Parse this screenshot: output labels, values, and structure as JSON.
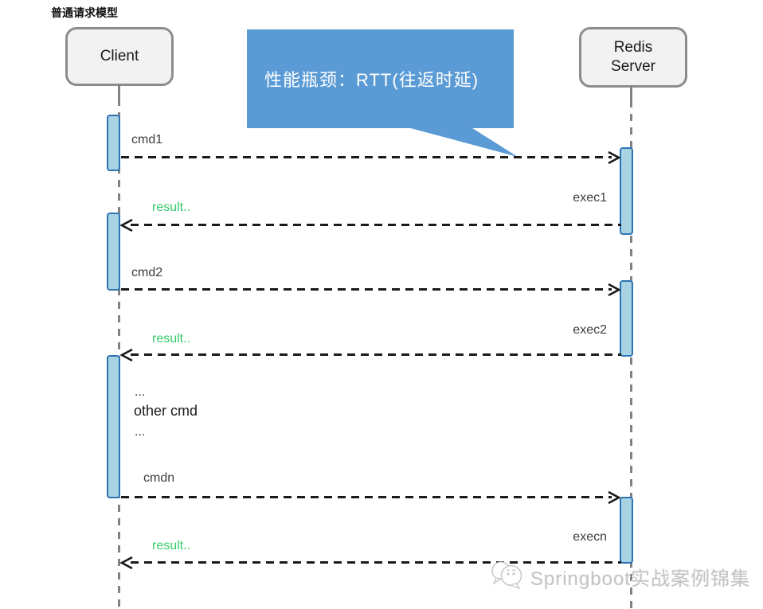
{
  "title": "普通请求模型",
  "actors": {
    "client": {
      "label": "Client"
    },
    "server": {
      "label": "Redis\nServer"
    }
  },
  "callout": {
    "text": "性能瓶颈：RTT(往返时延)",
    "bg_color": "#5b9bd5",
    "text_color": "#ffffff"
  },
  "messages": [
    {
      "id": "cmd1",
      "label": "cmd1",
      "direction": "right"
    },
    {
      "id": "result1",
      "label": "result..",
      "direction": "left"
    },
    {
      "id": "cmd2",
      "label": "cmd2",
      "direction": "right"
    },
    {
      "id": "result2",
      "label": "result..",
      "direction": "left"
    },
    {
      "id": "cmdn",
      "label": "cmdn",
      "direction": "right"
    },
    {
      "id": "resultn",
      "label": "result..",
      "direction": "left"
    }
  ],
  "executions": [
    {
      "label": "exec1"
    },
    {
      "label": "exec2"
    },
    {
      "label": "execn"
    }
  ],
  "note_block": {
    "line1": "...",
    "line2": "other cmd",
    "line3": "..."
  },
  "watermark": {
    "text": "Springboot实战案例锦集"
  },
  "colors": {
    "callout_bg": "#5b9bd5",
    "activation_fill": "#a8d3e2",
    "activation_border": "#2e74b5",
    "result_label": "#33cc66",
    "request_label": "#3d3d3d",
    "lifeline": "#828282",
    "message_line": "#1a1a1a",
    "actor_fill": "#f2f2f2",
    "actor_border": "#8c8c8c",
    "watermark": "#c3c3c3"
  }
}
